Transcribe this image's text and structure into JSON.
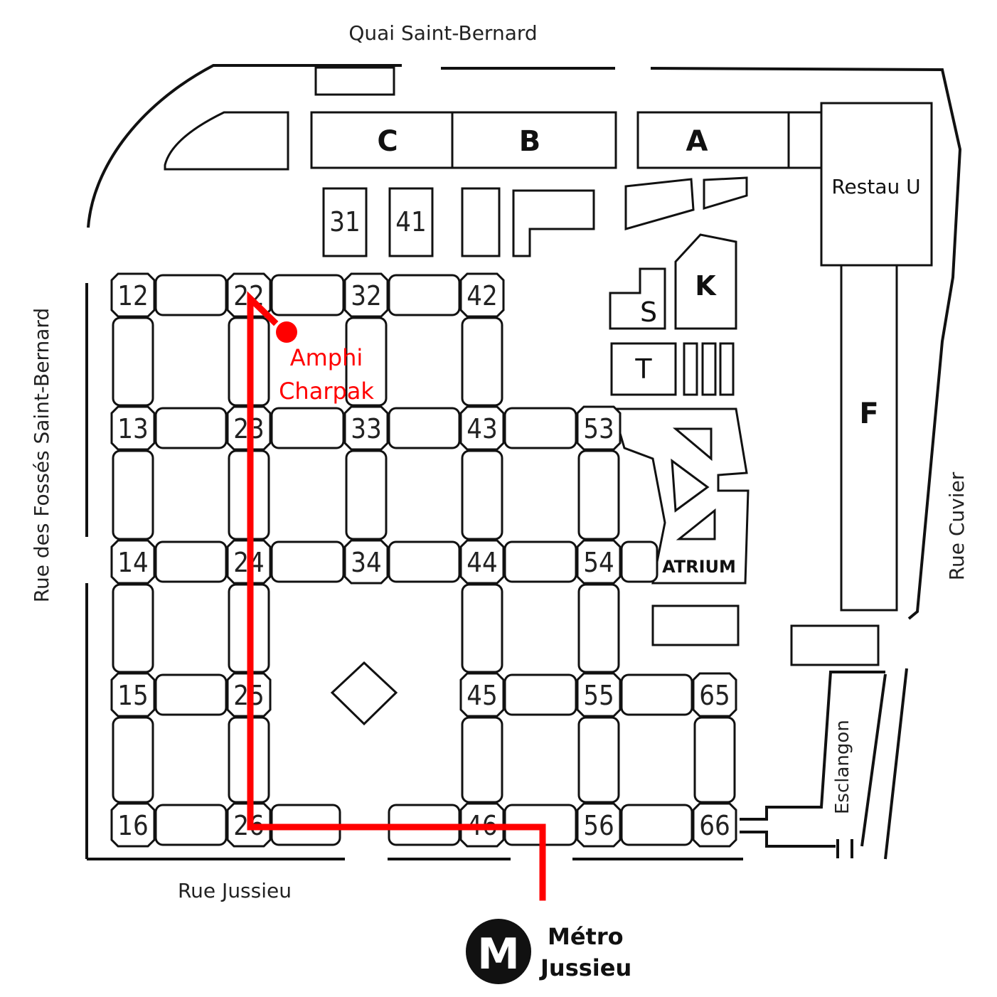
{
  "streets": {
    "north": "Quai Saint-Bernard",
    "west": "Rue des Fossés Saint-Bernard",
    "east": "Rue Cuvier",
    "south": "Rue Jussieu",
    "esclangon": "Esclangon"
  },
  "buildings": {
    "A": "A",
    "B": "B",
    "C": "C",
    "F": "F",
    "K": "K",
    "S": "S",
    "T": "T",
    "restau": "Restau U",
    "atrium": "ATRIUM",
    "b31": "31",
    "b41": "41"
  },
  "towers": {
    "r1": [
      "12",
      "22",
      "32",
      "42"
    ],
    "r2": [
      "13",
      "23",
      "33",
      "43",
      "53"
    ],
    "r3": [
      "14",
      "24",
      "34",
      "44",
      "54"
    ],
    "r5": [
      "15",
      "25",
      "45",
      "55",
      "65"
    ],
    "r6": [
      "16",
      "26",
      "46",
      "56",
      "66"
    ]
  },
  "destination": {
    "line1": "Amphi",
    "line2": "Charpak"
  },
  "metro": {
    "symbol": "M",
    "line1": "Métro",
    "line2": "Jussieu"
  },
  "colors": {
    "route": "#ff0000",
    "ink": "#111111"
  }
}
